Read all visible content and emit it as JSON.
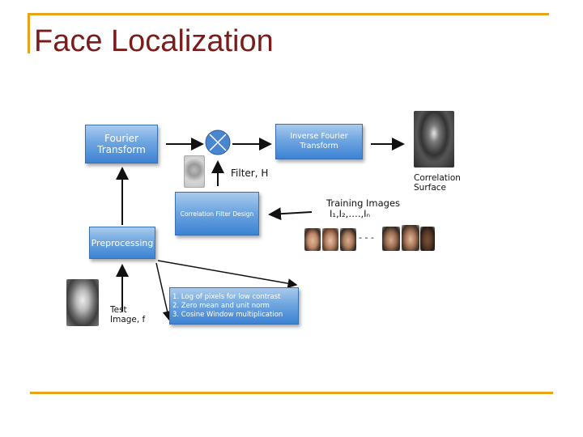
{
  "slide": {
    "title": "Face Localization"
  },
  "diagram": {
    "fourier_transform": {
      "line1": "Fourier",
      "line2": "Transform"
    },
    "inverse_fourier_transform": {
      "line1": "Inverse Fourier",
      "line2": "Transform"
    },
    "correlation_filter_design": "Correlation Filter Design",
    "preprocessing": "Preprocessing",
    "steps": [
      "1. Log of pixels for low contrast",
      "2. Zero mean and unit norm",
      "3. Cosine Window multiplication"
    ],
    "filter_label": "Filter, H",
    "correlation_surface": {
      "line1": "Correlation",
      "line2": "Surface"
    },
    "training_images": {
      "line1": "Training Images",
      "line2": "I₁,I₂,….,Iₙ"
    },
    "test_image": {
      "line1": "Test",
      "line2": "Image, f"
    },
    "ellipsis": "- - -"
  },
  "colors": {
    "accent_rule": "#e8a317",
    "title": "#7a1c1c",
    "box_fill": "#5b95da",
    "multiply_node": "#4a86d0"
  }
}
